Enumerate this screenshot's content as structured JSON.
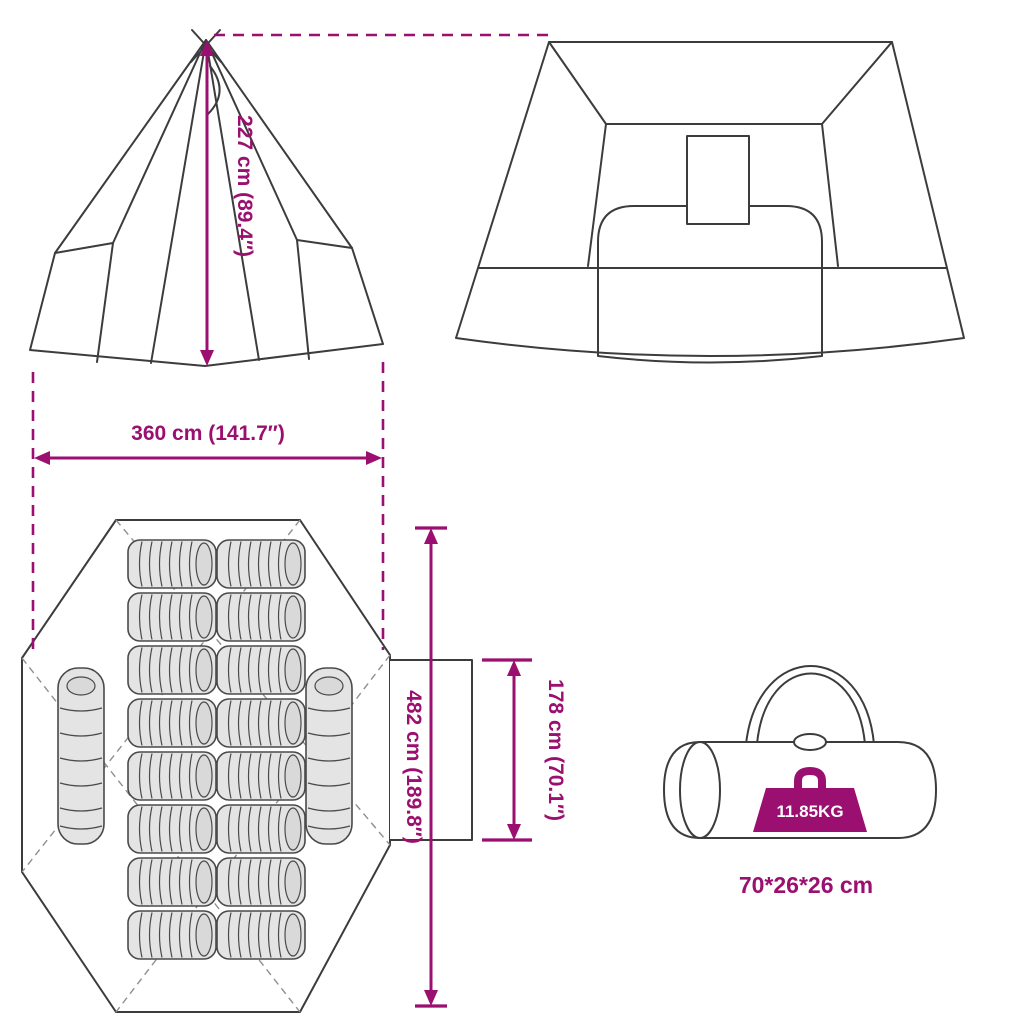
{
  "title": "Tipi tent dimension diagram",
  "colors": {
    "accent": "#9A0F6F",
    "line": "#3c3c3c",
    "bag_fill": "#e4e4e4",
    "background": "#ffffff"
  },
  "labels": {
    "height": "227 cm (89.4″)",
    "width": "360 cm (141.7″)",
    "length": "482 cm (189.8″)",
    "vestibule_width": "178 cm (70.1″)",
    "weight": "11.85KG",
    "packed_size": "70*26*26 cm"
  },
  "icons": {
    "weight_badge": "weight-icon",
    "sleeping_bag": "sleeping-bag"
  }
}
